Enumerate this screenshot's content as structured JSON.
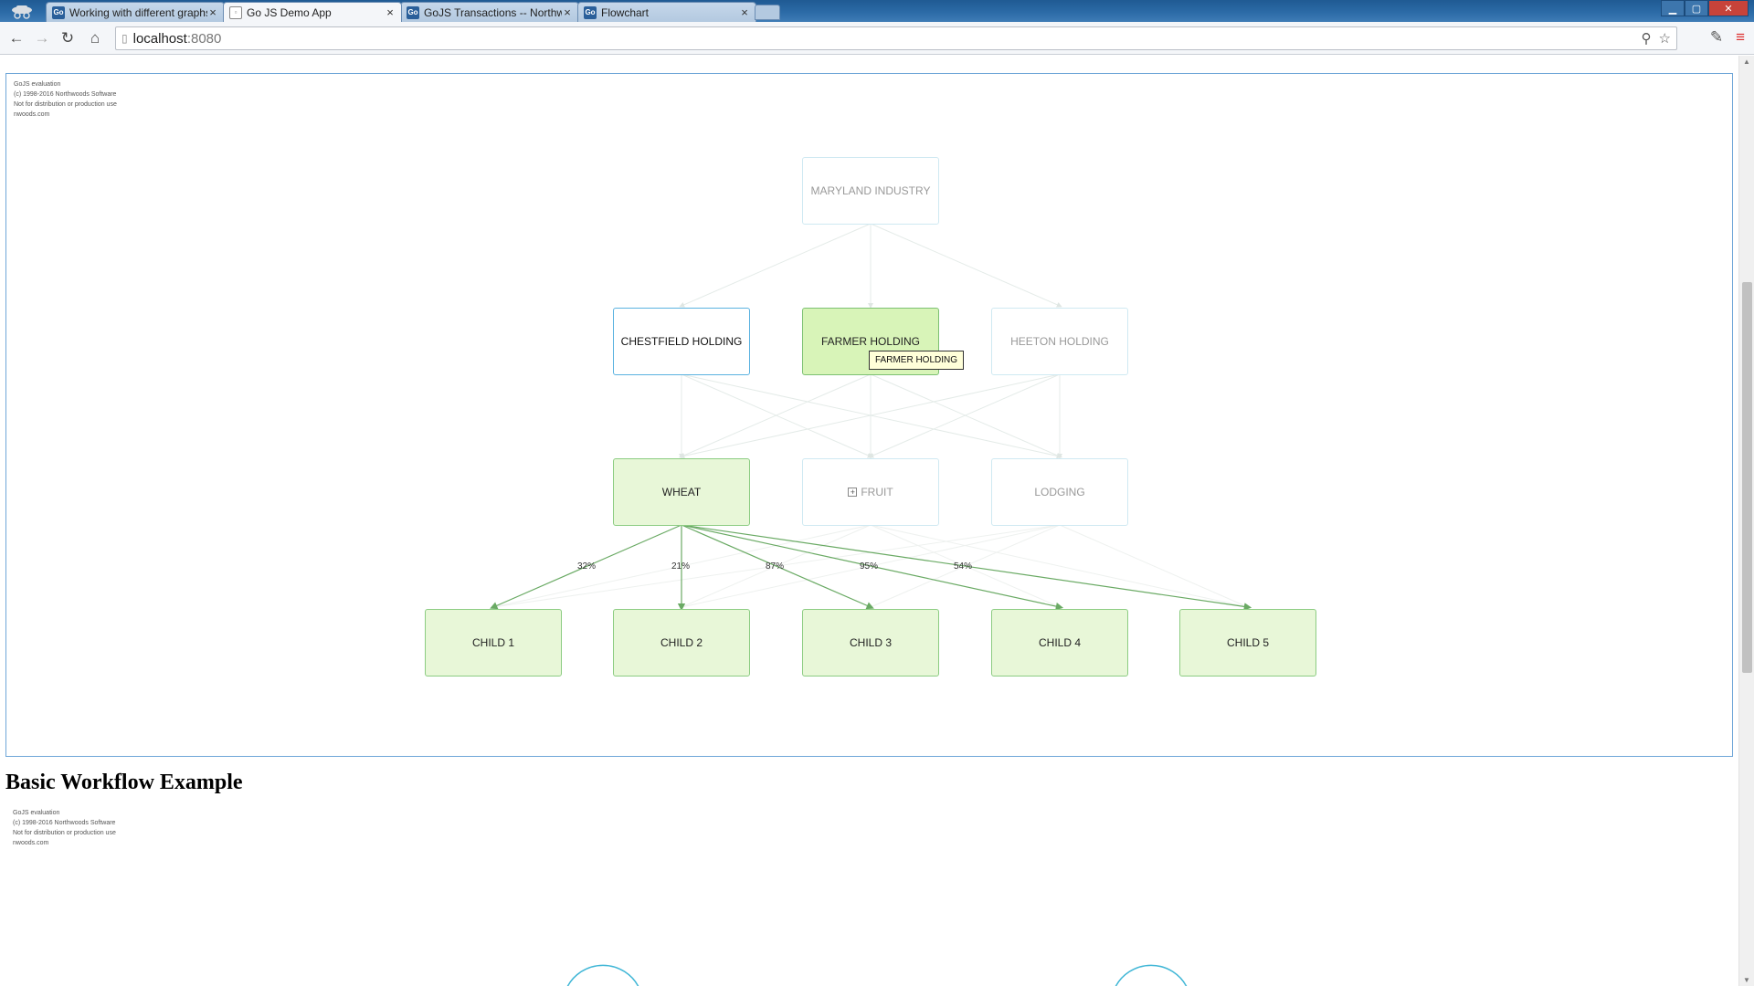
{
  "browser": {
    "tabs": [
      {
        "title": "Working with different graphs",
        "favicon": "Go",
        "active": false
      },
      {
        "title": "Go JS Demo App",
        "favicon": "page",
        "active": true
      },
      {
        "title": "GoJS Transactions -- Northwoods",
        "favicon": "Go",
        "active": false
      },
      {
        "title": "Flowchart",
        "favicon": "Go",
        "active": false
      }
    ],
    "close_glyph": "×",
    "url_host": "localhost",
    "url_port": ":8080"
  },
  "page": {
    "section_heading": "Basic Workflow Example"
  },
  "watermark": {
    "line1": "GoJS evaluation",
    "line2": "(c) 1998-2016 Northwoods Software",
    "line3": "Not for distribution or production use",
    "line4": "nwoods.com"
  },
  "diagram": {
    "nodes": {
      "root": "MARYLAND INDUSTRY",
      "chestfield": "CHESTFIELD HOLDING",
      "farmer": "FARMER HOLDING",
      "heeton": "HEETON HOLDING",
      "wheat": "WHEAT",
      "fruit": "FRUIT",
      "lodging": "LODGING",
      "child1": "CHILD 1",
      "child2": "CHILD 2",
      "child3": "CHILD 3",
      "child4": "CHILD 4",
      "child5": "CHILD 5"
    },
    "expander_glyph": "+",
    "tooltip": "FARMER HOLDING",
    "percentages": [
      "32%",
      "21%",
      "87%",
      "95%",
      "54%"
    ],
    "colors": {
      "highlight_link": "#6aaa64",
      "faint_link": "#dfe6e3",
      "selected_border": "#5ab2e0"
    }
  }
}
